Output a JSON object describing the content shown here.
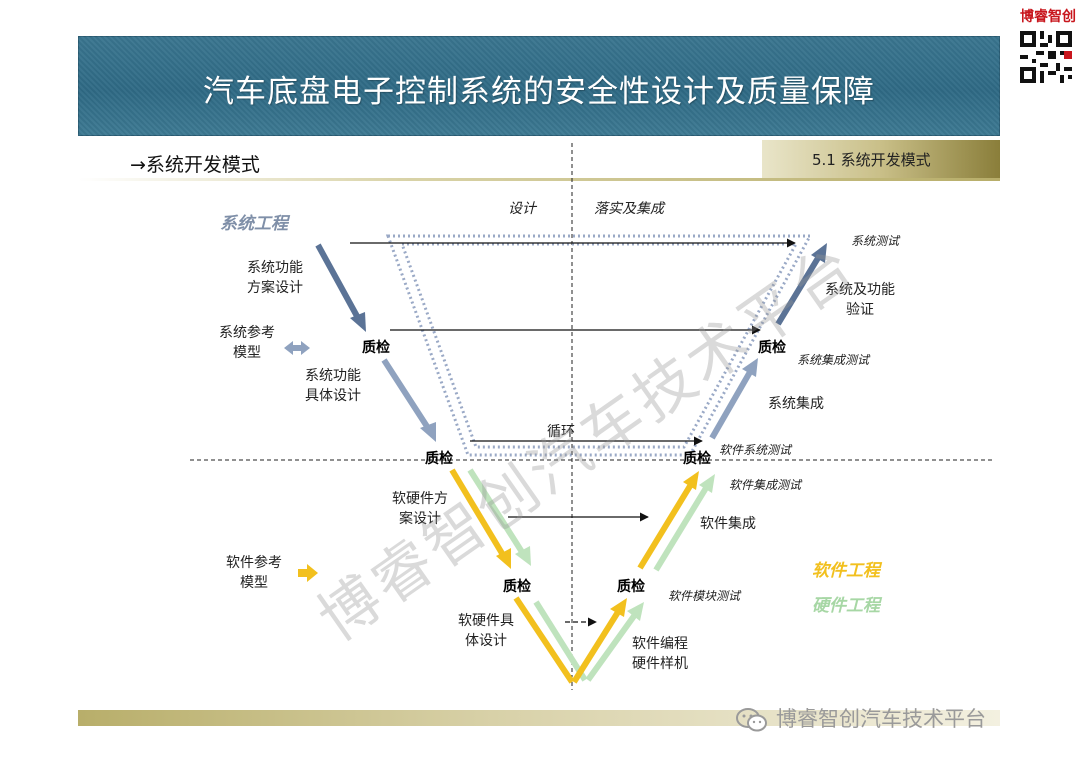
{
  "page_title": "汽车底盘电子控制系统的安全性设计及质量保障",
  "section_heading": "→系统开发模式",
  "section_tab": "5.1 系统开发模式",
  "brand": "博睿智创",
  "footer_brand": "博睿智创汽车技术平台",
  "watermark": "博睿智创汽车技术平台",
  "colors": {
    "banner": "#2f6a85",
    "system_arrow": "#5b7396",
    "system_arrow_light": "#8fa2bf",
    "software": "#f2c01e",
    "hardware": "#bfe3bd",
    "accent_red": "#c8161d"
  },
  "diagram": {
    "design_label": "设计",
    "implement_label": "落实及集成",
    "system_engineering": "系统工程",
    "software_engineering": "软件工程",
    "hardware_engineering": "硬件工程",
    "left": {
      "system_function_scheme": [
        "系统功能",
        "方案设计"
      ],
      "system_reference_model": [
        "系统参考",
        "模型"
      ],
      "system_function_detail": [
        "系统功能",
        "具体设计"
      ],
      "sw_hw_scheme": [
        "软硬件方",
        "案设计"
      ],
      "software_reference_model": [
        "软件参考",
        "模型"
      ],
      "sw_hw_detail": [
        "软硬件具",
        "体设计"
      ]
    },
    "right": {
      "system_test": "系统测试",
      "system_function_verification": [
        "系统及功能",
        "验证"
      ],
      "system_integration_test": "系统集成测试",
      "system_integration": "系统集成",
      "software_system_test": "软件系统测试",
      "software_integration_test": "软件集成测试",
      "software_integration": "软件集成",
      "software_module_test": "软件模块测试",
      "software_programming": [
        "软件编程",
        "硬件样机"
      ]
    },
    "quality_check": "质检",
    "loop": "循环"
  }
}
